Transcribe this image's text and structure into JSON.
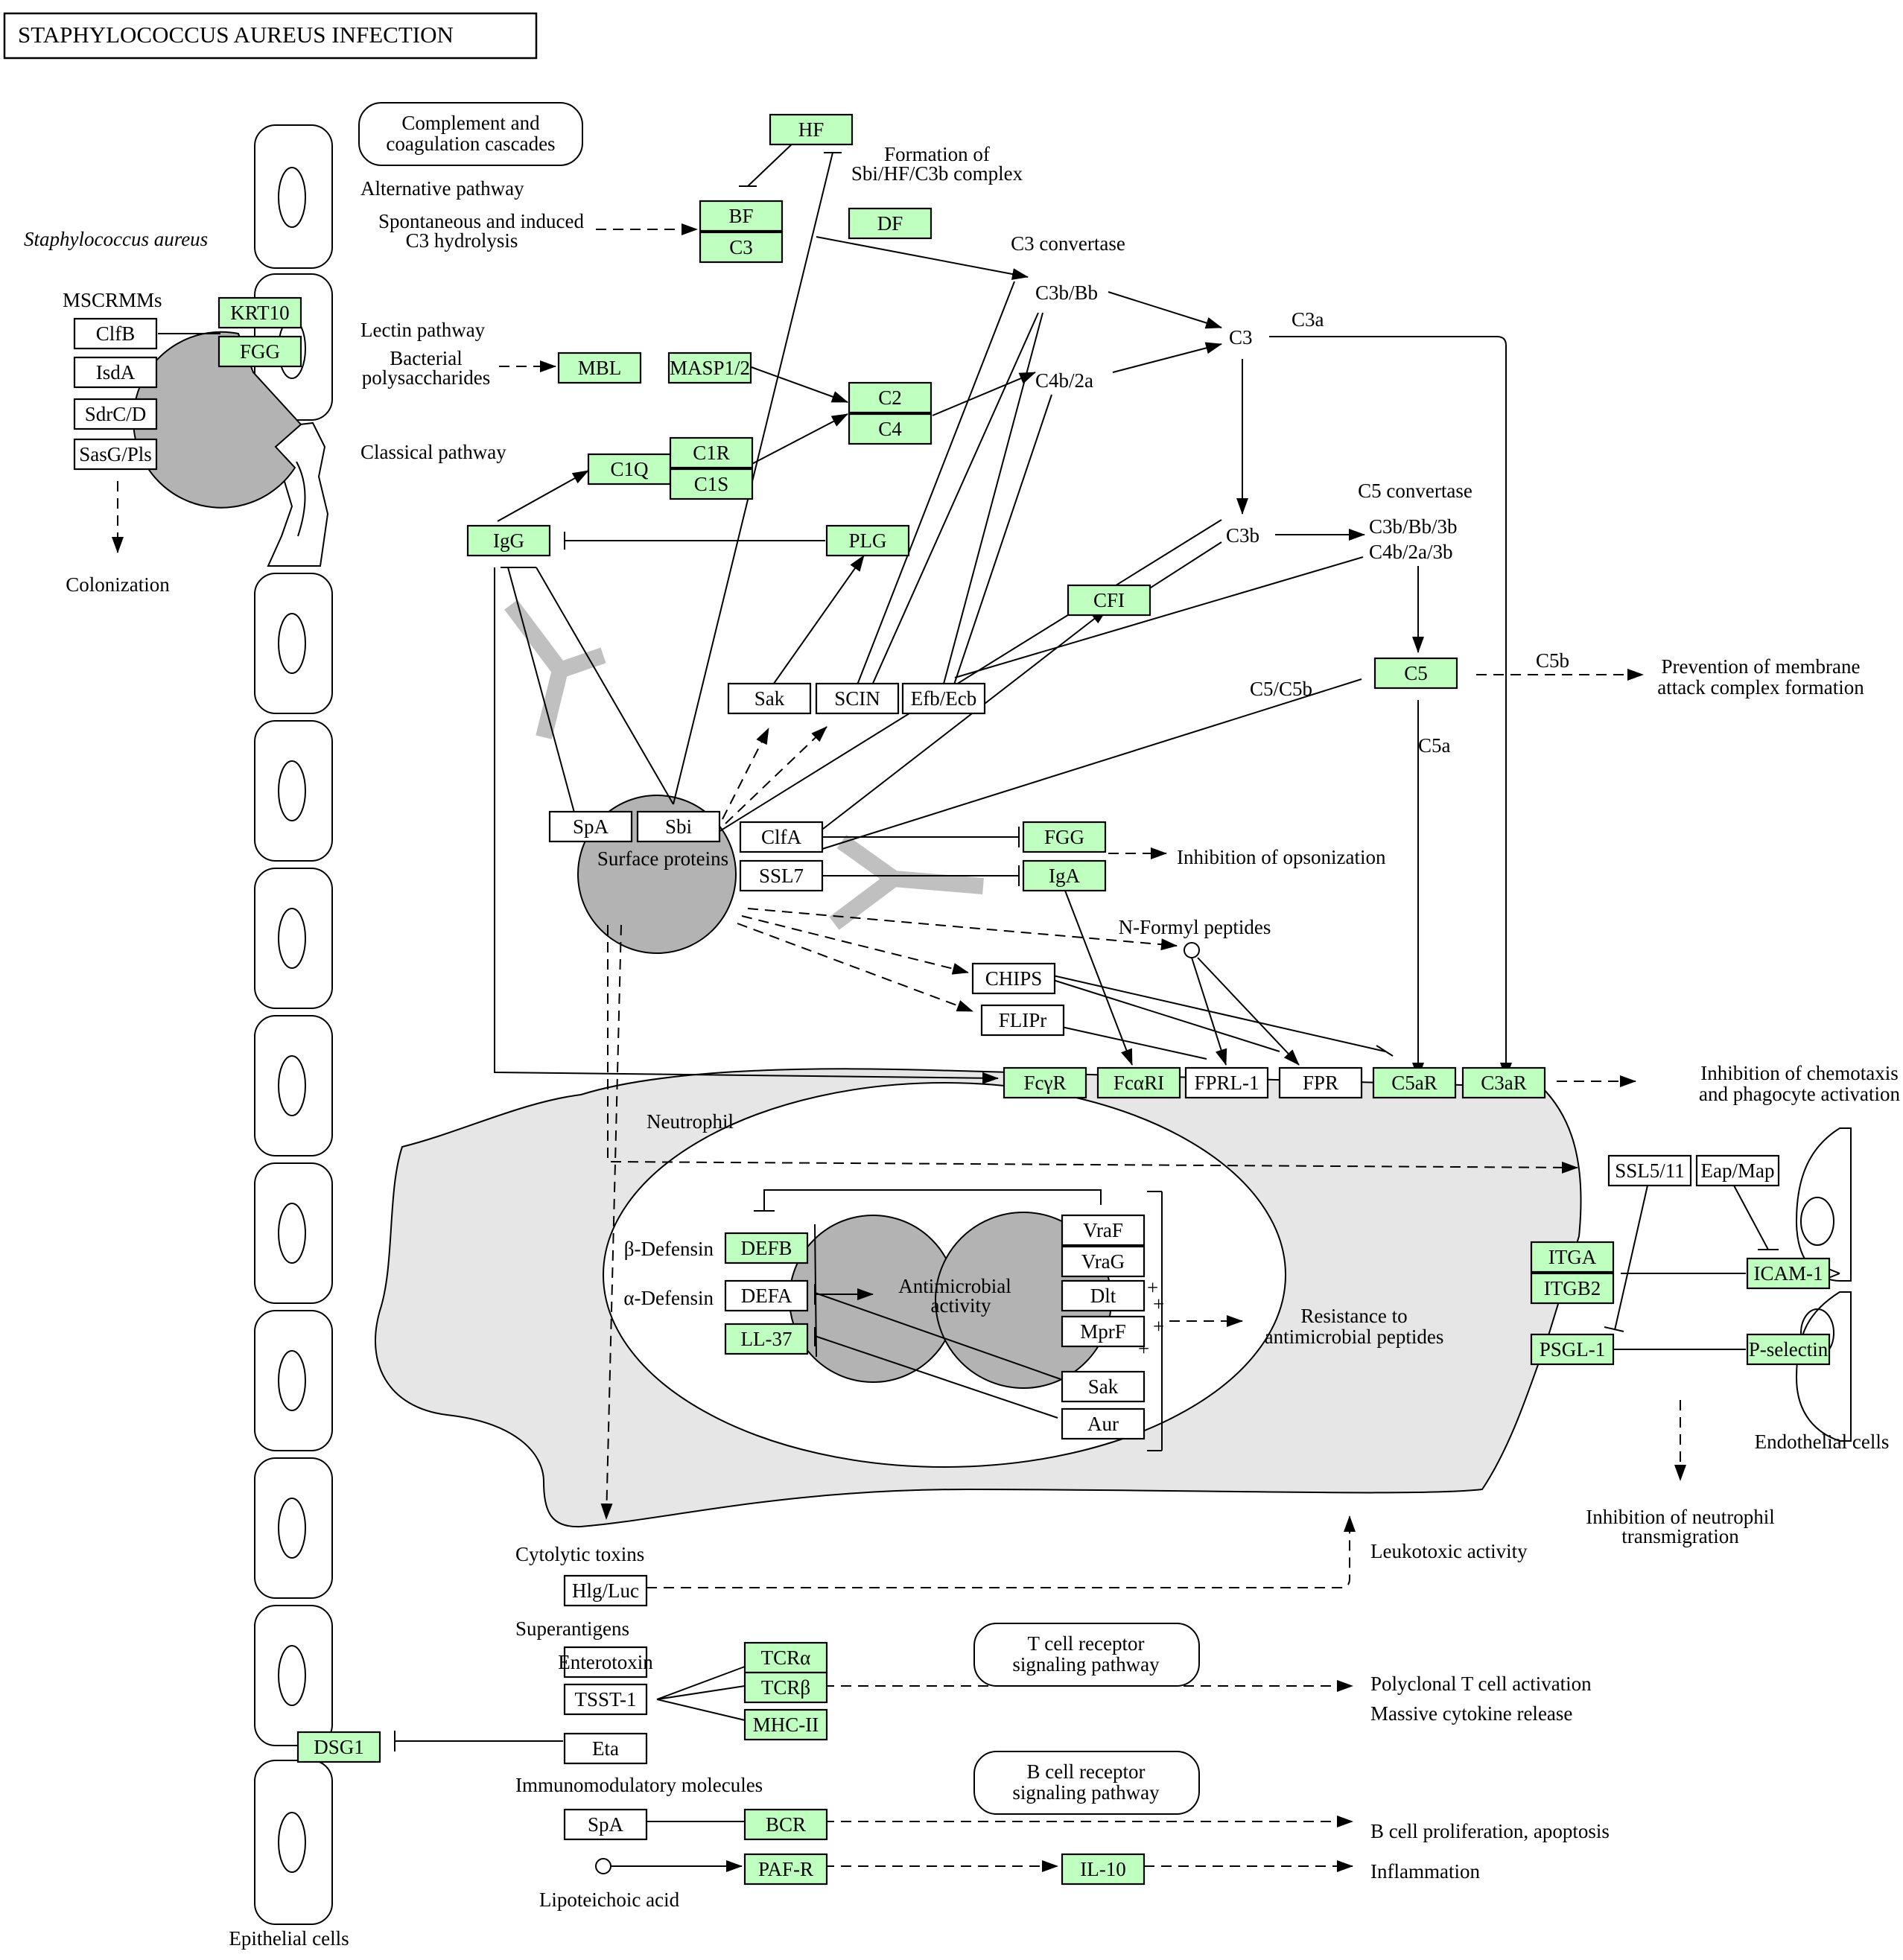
{
  "title": "STAPHYLOCOCCUS AUREUS INFECTION",
  "colors": {
    "gene": "#bfffbf",
    "compound": "#ffffff",
    "bacteria": "#b3b3b3",
    "neutrophil": "#e6e6e6"
  },
  "labels": {
    "staph": "Staphylococcus aureus",
    "mscrmms": "MSCRMMs",
    "colonization": "Colonization",
    "epithelial": "Epithelial cells",
    "complement": [
      "Complement and",
      "coagulation cascades"
    ],
    "alt_pathway": "Alternative pathway",
    "spontaneous": [
      "Spontaneous and induced",
      "C3 hydrolysis"
    ],
    "formation": [
      "Formation of",
      "Sbi/HF/C3b complex"
    ],
    "c3_convertase": "C3 convertase",
    "c3bbb": "C3b/Bb",
    "c3": "C3",
    "c3a": "C3a",
    "c4b2a": "C4b/2a",
    "lectin": "Lectin pathway",
    "bacterial_poly": [
      "Bacterial",
      "polysaccharides"
    ],
    "classical": "Classical pathway",
    "c5_convertase": "C5 convertase",
    "c3b": "C3b",
    "c3bbb3b": "C3b/Bb/3b",
    "c4b2a3b": "C4b/2a/3b",
    "c5c5b": "C5/C5b",
    "c5b": "C5b",
    "c5a": "C5a",
    "prevention": [
      "Prevention of membrane",
      "attack complex formation"
    ],
    "surface_proteins": "Surface proteins",
    "inhibition_opsonization": "Inhibition of opsonization",
    "n_formyl": "N-Formyl peptides",
    "inhibition_chemotaxis": [
      "Inhibition of chemotaxis",
      "and phagocyte activation"
    ],
    "neutrophil": "Neutrophil",
    "beta_defensin": "β-Defensin",
    "alpha_defensin": "α-Defensin",
    "antimicrobial": [
      "Antimicrobial",
      "activity"
    ],
    "resistance": [
      "Resistance to",
      "antimicrobial peptides"
    ],
    "endothelial": "Endothelial cells",
    "inhibition_neutrophil": [
      "Inhibition of neutrophil",
      "transmigration"
    ],
    "cytolytic": "Cytolytic toxins",
    "leukotoxic": "Leukotoxic activity",
    "superantigens": "Superantigens",
    "polyclonal": "Polyclonal T cell activation",
    "cytokine": "Massive cytokine release",
    "immunomodulatory": "Immunomodulatory molecules",
    "b_cell_prolif": "B cell proliferation, apoptosis",
    "lipoteichoic": "Lipoteichoic acid",
    "inflammation": "Inflammation",
    "tcr_pathway": [
      "T cell receptor",
      "signaling pathway"
    ],
    "bcr_pathway": [
      "B cell receptor",
      "signaling pathway"
    ],
    "plus": "+"
  },
  "nodes": {
    "ClfB": "ClfB",
    "IsdA": "IsdA",
    "SdrCD": "SdrC/D",
    "SasGPls": "SasG/Pls",
    "KRT10": "KRT10",
    "FGG_top": "FGG",
    "HF": "HF",
    "BF": "BF",
    "C3": "C3",
    "DF": "DF",
    "MBL": "MBL",
    "MASP12": "MASP1/2",
    "C2": "C2",
    "C4": "C4",
    "C1Q": "C1Q",
    "C1R": "C1R",
    "C1S": "C1S",
    "IgG": "IgG",
    "PLG": "PLG",
    "CFI": "CFI",
    "C5": "C5",
    "Sak": "Sak",
    "SCIN": "SCIN",
    "EfbEcb": "Efb/Ecb",
    "SpA": "SpA",
    "Sbi": "Sbi",
    "ClfA": "ClfA",
    "SSL7": "SSL7",
    "FGG_mid": "FGG",
    "IgA": "IgA",
    "CHIPS": "CHIPS",
    "FLIPr": "FLIPr",
    "FcyR": "FcγR",
    "FcaRI": "FcαRI",
    "FPRL1": "FPRL-1",
    "FPR": "FPR",
    "C5aR": "C5aR",
    "C3aR": "C3aR",
    "SSL511": "SSL5/11",
    "EapMap": "Eap/Map",
    "ITGA": "ITGA",
    "ITGB2": "ITGB2",
    "ICAM1": "ICAM-1",
    "PSGL1": "PSGL-1",
    "Pselectin": "P-selectin",
    "DEFB": "DEFB",
    "DEFA": "DEFA",
    "LL37": "LL-37",
    "VraF": "VraF",
    "VraG": "VraG",
    "Dlt": "Dlt",
    "MprF": "MprF",
    "Sak2": "Sak",
    "Aur": "Aur",
    "HlgLuc": "Hlg/Luc",
    "Enterotoxin": "Enterotoxin",
    "TSST1": "TSST-1",
    "Eta": "Eta",
    "TCRa": "TCRα",
    "TCRb": "TCRβ",
    "MHCII": "MHC-II",
    "DSG1": "DSG1",
    "SpA2": "SpA",
    "BCR": "BCR",
    "PAFR": "PAF-R",
    "IL10": "IL-10"
  }
}
